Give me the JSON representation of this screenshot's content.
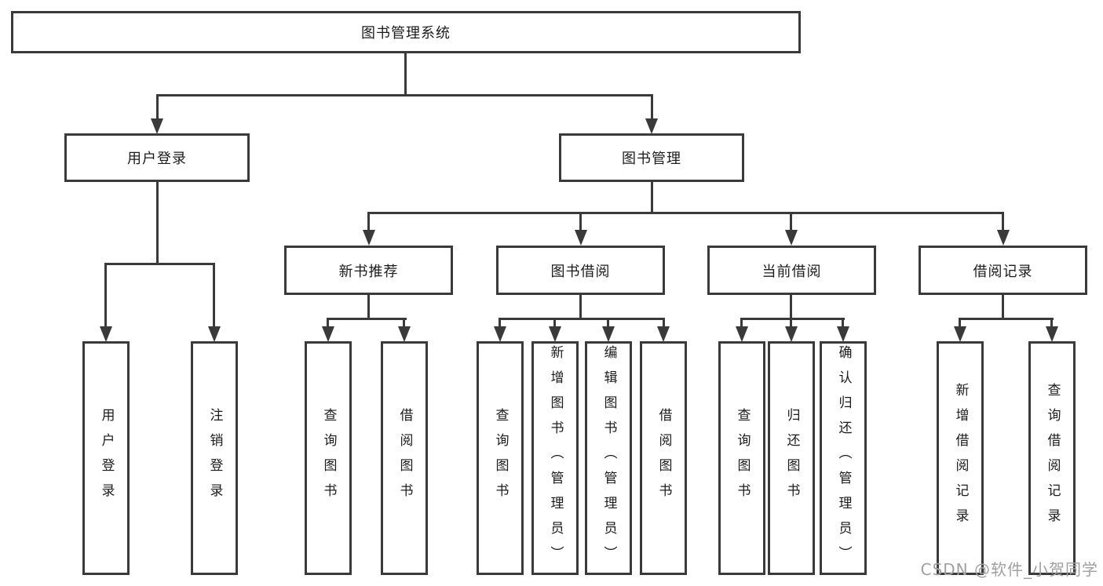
{
  "tree": {
    "root_label": "图书管理系统",
    "branches": [
      {
        "label": "用户登录",
        "leaves": [
          "用户登录",
          "注销登录"
        ]
      },
      {
        "label": "图书管理",
        "groups": [
          {
            "label": "新书推荐",
            "leaves": [
              "查询图书",
              "借阅图书"
            ]
          },
          {
            "label": "图书借阅",
            "leaves": [
              "查询图书",
              "新增图书（管理员）",
              "编辑图书（管理员）",
              "借阅图书"
            ]
          },
          {
            "label": "当前借阅",
            "leaves": [
              "查询图书",
              "归还图书",
              "确认归还（管理员）"
            ]
          },
          {
            "label": "借阅记录",
            "leaves": [
              "新增借阅记录",
              "查询借阅记录"
            ]
          }
        ]
      }
    ]
  },
  "watermark": {
    "text": "CSDN @软件_小贺同学"
  },
  "colors": {
    "line": "#3a3a3a",
    "background": "#ffffff",
    "watermark": "#a0a0a0"
  }
}
